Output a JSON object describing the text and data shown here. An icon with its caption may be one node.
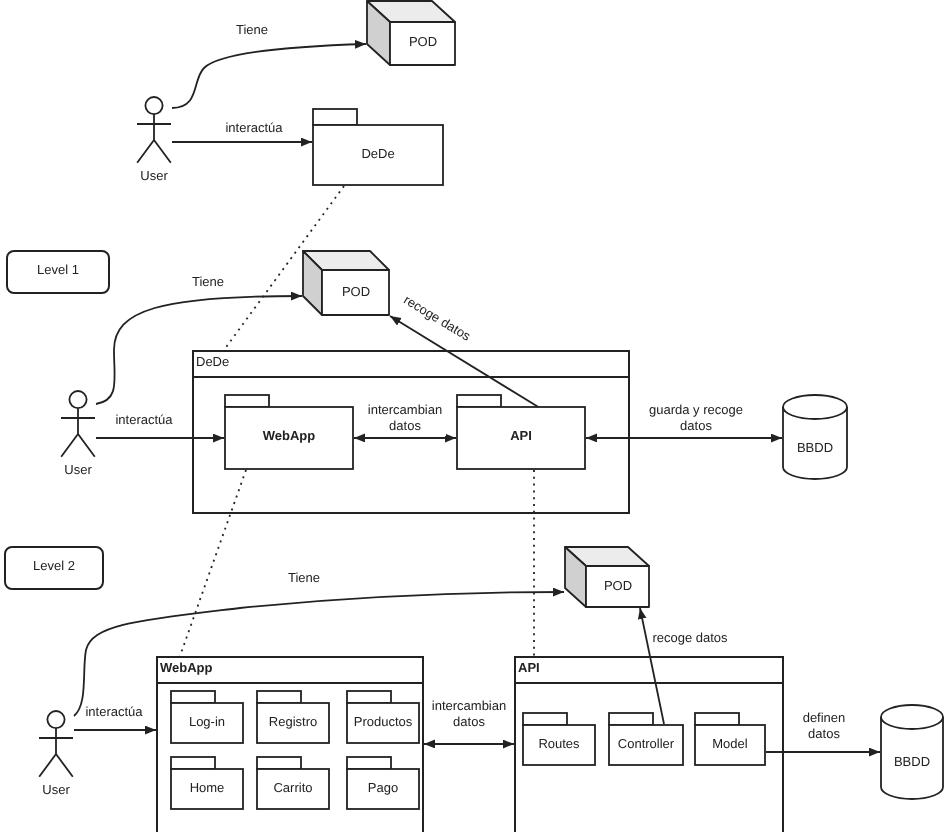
{
  "diagram": {
    "nodes": [
      {
        "text": [
          "User"
        ]
      },
      {
        "text": [
          "POD"
        ]
      },
      {
        "text": [
          "DeDe"
        ]
      },
      {
        "text": [
          "Level 1"
        ]
      },
      {
        "text": [
          "POD"
        ]
      },
      {
        "text": [
          "User"
        ]
      },
      {
        "text": [
          "DeDe"
        ]
      },
      {
        "text": [
          "WebApp"
        ],
        "in": 6
      },
      {
        "text": [
          "API"
        ],
        "in": 6
      },
      {
        "text": [
          "BBDD"
        ]
      },
      {
        "text": [
          "Level 2"
        ]
      },
      {
        "text": [
          "POD"
        ]
      },
      {
        "text": [
          "User"
        ]
      },
      {
        "text": [
          "WebApp"
        ]
      },
      {
        "text": [
          "Log-in"
        ],
        "in": 13
      },
      {
        "text": [
          "Registro"
        ],
        "in": 13
      },
      {
        "text": [
          "Productos"
        ],
        "in": 13
      },
      {
        "text": [
          "Home"
        ],
        "in": 13
      },
      {
        "text": [
          "Carrito"
        ],
        "in": 13
      },
      {
        "text": [
          "Pago"
        ],
        "in": 13
      },
      {
        "text": [
          "API"
        ]
      },
      {
        "text": [
          "Routes"
        ],
        "in": 20
      },
      {
        "text": [
          "Controller"
        ],
        "in": 20
      },
      {
        "text": [
          "Model"
        ],
        "in": 20
      },
      {
        "text": [
          "BBDD"
        ]
      }
    ],
    "edges": [
      {
        "from": 0,
        "to": 1,
        "arrow": "to",
        "label": "Tiene"
      },
      {
        "from": 0,
        "to": 2,
        "arrow": "to",
        "label": "interactúa"
      },
      {
        "from": 2,
        "to": 6,
        "arrow": "none",
        "style": "dashed"
      },
      {
        "from": 5,
        "to": 4,
        "arrow": "to",
        "label": "Tiene"
      },
      {
        "from": 5,
        "to": 7,
        "arrow": "to",
        "label": "interactúa"
      },
      {
        "from": 7,
        "to": 8,
        "arrow": "both",
        "label": "intercambian datos"
      },
      {
        "from": 8,
        "to": 4,
        "arrow": "to",
        "label": "recoge datos"
      },
      {
        "from": 8,
        "to": 9,
        "arrow": "both",
        "label": "guarda y recoge datos"
      },
      {
        "from": 7,
        "to": 13,
        "arrow": "none",
        "style": "dashed"
      },
      {
        "from": 8,
        "to": 20,
        "arrow": "none",
        "style": "dashed"
      },
      {
        "from": 12,
        "to": 11,
        "arrow": "to",
        "label": "Tiene"
      },
      {
        "from": 12,
        "to": 13,
        "arrow": "to",
        "label": "interactúa"
      },
      {
        "from": 13,
        "to": 20,
        "arrow": "both",
        "label": "intercambian datos"
      },
      {
        "from": 22,
        "to": 11,
        "arrow": "to",
        "label": "recoge datos"
      },
      {
        "from": 23,
        "to": 24,
        "arrow": "to",
        "label": "definen datos"
      }
    ]
  }
}
